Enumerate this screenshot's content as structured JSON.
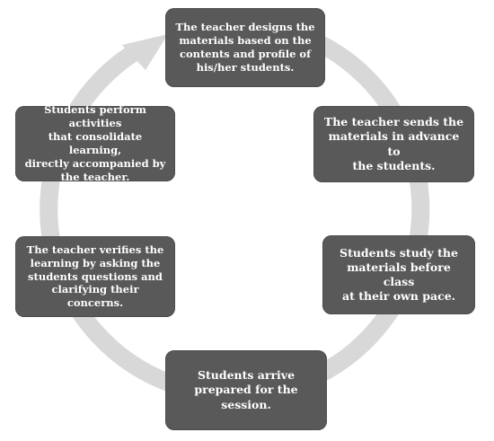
{
  "diagram": {
    "arrow_color": "#d8d8d8",
    "box_color": "#595959",
    "text_color": "#ffffff",
    "steps": [
      {
        "id": "design",
        "text": "The teacher designs the\nmaterials based on the\ncontents and profile of\nhis/her students."
      },
      {
        "id": "send",
        "text": "The teacher sends the\nmaterials in advance to\nthe students."
      },
      {
        "id": "study",
        "text": "Students study the\nmaterials before class\nat their own pace."
      },
      {
        "id": "arrive",
        "text": "Students arrive\nprepared for the\nsession."
      },
      {
        "id": "verify",
        "text": "The teacher verifies the\nlearning by asking the\nstudents questions and\nclarifying their concerns."
      },
      {
        "id": "perform",
        "text": "Students perform activities\nthat consolidate learning,\ndirectly accompanied by\nthe teacher."
      }
    ]
  }
}
